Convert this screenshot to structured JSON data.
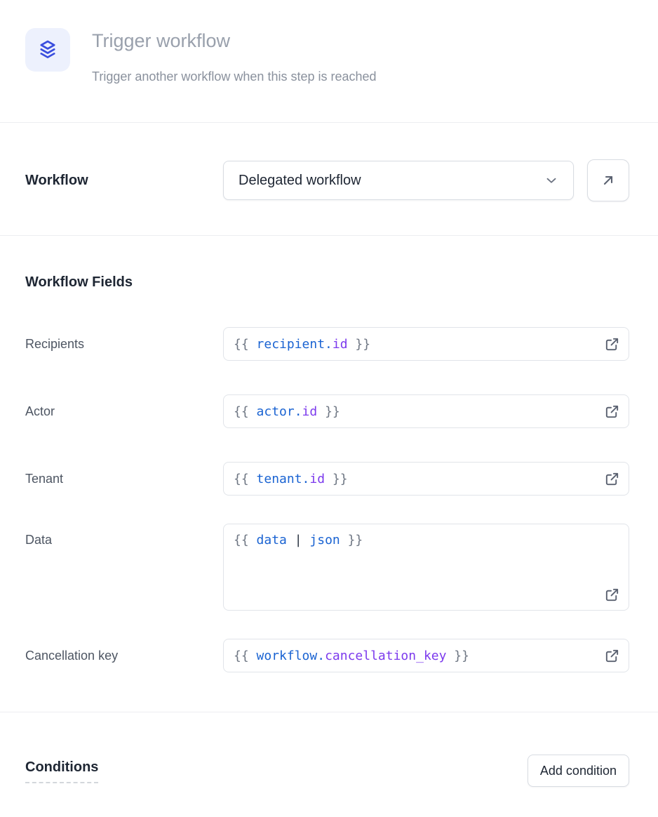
{
  "header": {
    "icon": "stack-icon",
    "icon_color": "#3A4EDE",
    "icon_bg": "#EDF1FD",
    "title": "Trigger workflow",
    "subtitle": "Trigger another workflow when this step is reached"
  },
  "workflow_row": {
    "label": "Workflow",
    "selected_option": "Delegated workflow",
    "chevron_icon": "chevron-down-icon",
    "open_button_icon": "arrow-up-right-icon"
  },
  "workflow_fields": {
    "heading": "Workflow Fields",
    "editor_icon": "external-link-icon",
    "code_colors": {
      "brace": "#6E7683",
      "variable": "#1A63D2",
      "property": "#7C3AED",
      "operator": "#2A3342"
    },
    "fields": [
      {
        "label": "Recipients",
        "value": "{{ recipient.id }}",
        "multiline": false,
        "tokens": [
          {
            "t": "brace",
            "v": "{{ "
          },
          {
            "t": "var",
            "v": "recipient."
          },
          {
            "t": "prop",
            "v": "id"
          },
          {
            "t": "brace",
            "v": " }}"
          }
        ]
      },
      {
        "label": "Actor",
        "value": "{{ actor.id }}",
        "multiline": false,
        "tokens": [
          {
            "t": "brace",
            "v": "{{ "
          },
          {
            "t": "var",
            "v": "actor."
          },
          {
            "t": "prop",
            "v": "id"
          },
          {
            "t": "brace",
            "v": " }}"
          }
        ]
      },
      {
        "label": "Tenant",
        "value": "{{ tenant.id }}",
        "multiline": false,
        "tokens": [
          {
            "t": "brace",
            "v": "{{ "
          },
          {
            "t": "var",
            "v": "tenant."
          },
          {
            "t": "prop",
            "v": "id"
          },
          {
            "t": "brace",
            "v": " }}"
          }
        ]
      },
      {
        "label": "Data",
        "value": "{{ data | json }}",
        "multiline": true,
        "tokens": [
          {
            "t": "brace",
            "v": "{{ "
          },
          {
            "t": "var",
            "v": "data"
          },
          {
            "t": "plain",
            "v": " | "
          },
          {
            "t": "var",
            "v": "json"
          },
          {
            "t": "brace",
            "v": " }}"
          }
        ]
      },
      {
        "label": "Cancellation key",
        "value": "{{ workflow.cancellation_key }}",
        "multiline": false,
        "tokens": [
          {
            "t": "brace",
            "v": "{{ "
          },
          {
            "t": "var",
            "v": "workflow."
          },
          {
            "t": "prop",
            "v": "cancellation_key"
          },
          {
            "t": "brace",
            "v": " }}"
          }
        ]
      }
    ]
  },
  "conditions": {
    "heading": "Conditions",
    "add_button_label": "Add condition"
  }
}
